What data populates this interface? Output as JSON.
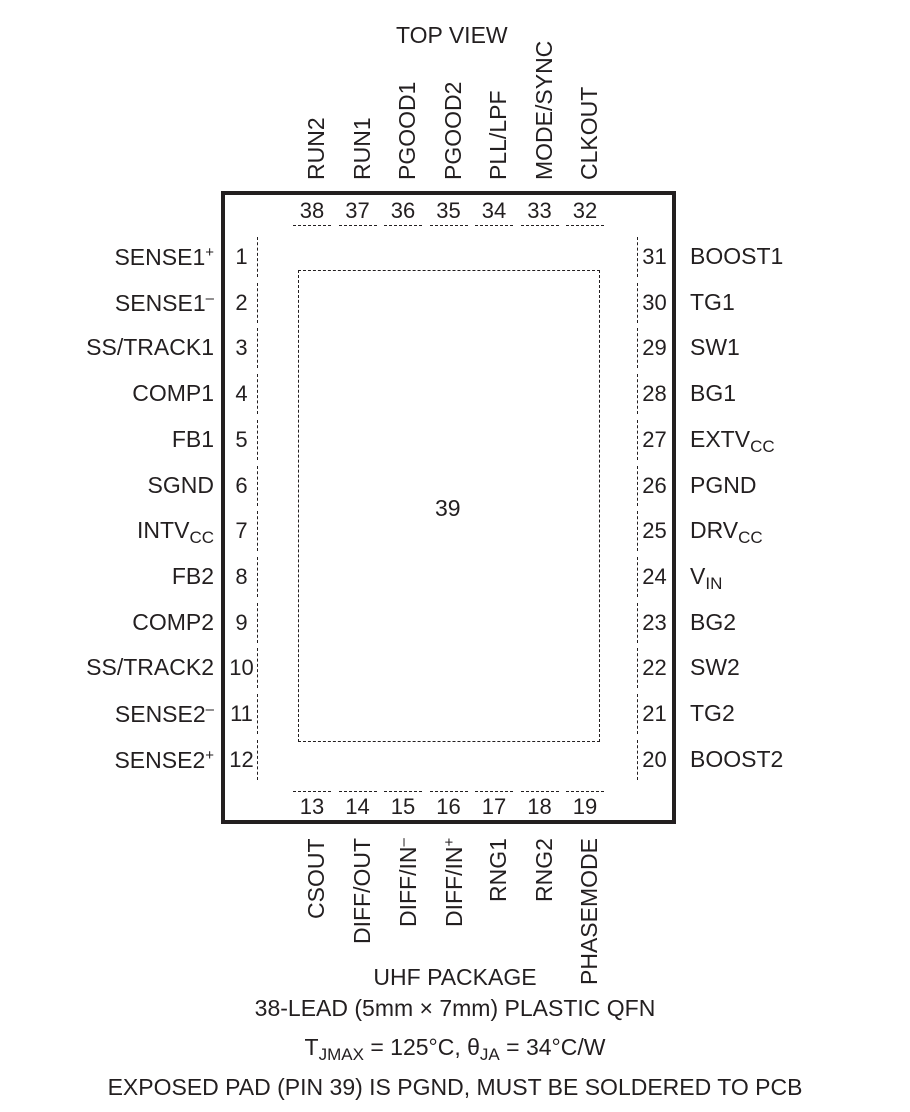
{
  "view_title": "TOP VIEW",
  "exposed_pad_number": "39",
  "left_pins": [
    {
      "num": "1",
      "name": "SENSE1",
      "sup": "+",
      "sub": ""
    },
    {
      "num": "2",
      "name": "SENSE1",
      "sup": "–",
      "sub": ""
    },
    {
      "num": "3",
      "name": "SS/TRACK1",
      "sup": "",
      "sub": ""
    },
    {
      "num": "4",
      "name": "COMP1",
      "sup": "",
      "sub": ""
    },
    {
      "num": "5",
      "name": "FB1",
      "sup": "",
      "sub": ""
    },
    {
      "num": "6",
      "name": "SGND",
      "sup": "",
      "sub": ""
    },
    {
      "num": "7",
      "name": "INTV",
      "sup": "",
      "sub": "CC"
    },
    {
      "num": "8",
      "name": "FB2",
      "sup": "",
      "sub": ""
    },
    {
      "num": "9",
      "name": "COMP2",
      "sup": "",
      "sub": ""
    },
    {
      "num": "10",
      "name": "SS/TRACK2",
      "sup": "",
      "sub": ""
    },
    {
      "num": "11",
      "name": "SENSE2",
      "sup": "–",
      "sub": ""
    },
    {
      "num": "12",
      "name": "SENSE2",
      "sup": "+",
      "sub": ""
    }
  ],
  "right_pins": [
    {
      "num": "31",
      "name": "BOOST1",
      "sub": ""
    },
    {
      "num": "30",
      "name": "TG1",
      "sub": ""
    },
    {
      "num": "29",
      "name": "SW1",
      "sub": ""
    },
    {
      "num": "28",
      "name": "BG1",
      "sub": ""
    },
    {
      "num": "27",
      "name": "EXTV",
      "sub": "CC"
    },
    {
      "num": "26",
      "name": "PGND",
      "sub": ""
    },
    {
      "num": "25",
      "name": "DRV",
      "sub": "CC"
    },
    {
      "num": "24",
      "name": "V",
      "sub": "IN"
    },
    {
      "num": "23",
      "name": "BG2",
      "sub": ""
    },
    {
      "num": "22",
      "name": "SW2",
      "sub": ""
    },
    {
      "num": "21",
      "name": "TG2",
      "sub": ""
    },
    {
      "num": "20",
      "name": "BOOST2",
      "sub": ""
    }
  ],
  "top_pins": [
    {
      "num": "38",
      "name": "RUN2"
    },
    {
      "num": "37",
      "name": "RUN1"
    },
    {
      "num": "36",
      "name": "PGOOD1"
    },
    {
      "num": "35",
      "name": "PGOOD2"
    },
    {
      "num": "34",
      "name": "PLL/LPF"
    },
    {
      "num": "33",
      "name": "MODE/SYNC"
    },
    {
      "num": "32",
      "name": "CLKOUT"
    }
  ],
  "bottom_pins": [
    {
      "num": "13",
      "name": "CSOUT",
      "sup": ""
    },
    {
      "num": "14",
      "name": "DIFF/OUT",
      "sup": ""
    },
    {
      "num": "15",
      "name": "DIFF/IN",
      "sup": "–"
    },
    {
      "num": "16",
      "name": "DIFF/IN",
      "sup": "+"
    },
    {
      "num": "17",
      "name": "RNG1",
      "sup": ""
    },
    {
      "num": "18",
      "name": "RNG2",
      "sup": ""
    },
    {
      "num": "19",
      "name": "PHASEMODE",
      "sup": ""
    }
  ],
  "footer": {
    "package_name": "UHF PACKAGE",
    "package_desc": "38-LEAD (5mm × 7mm) PLASTIC QFN",
    "thermal_t": "T",
    "thermal_t_sub": "JMAX",
    "thermal_t_val": " = 125°C, ",
    "thermal_theta": "θ",
    "thermal_theta_sub": "JA",
    "thermal_theta_val": " = 34°C/W",
    "note": "EXPOSED PAD (PIN 39) IS PGND, MUST BE SOLDERED TO PCB"
  }
}
